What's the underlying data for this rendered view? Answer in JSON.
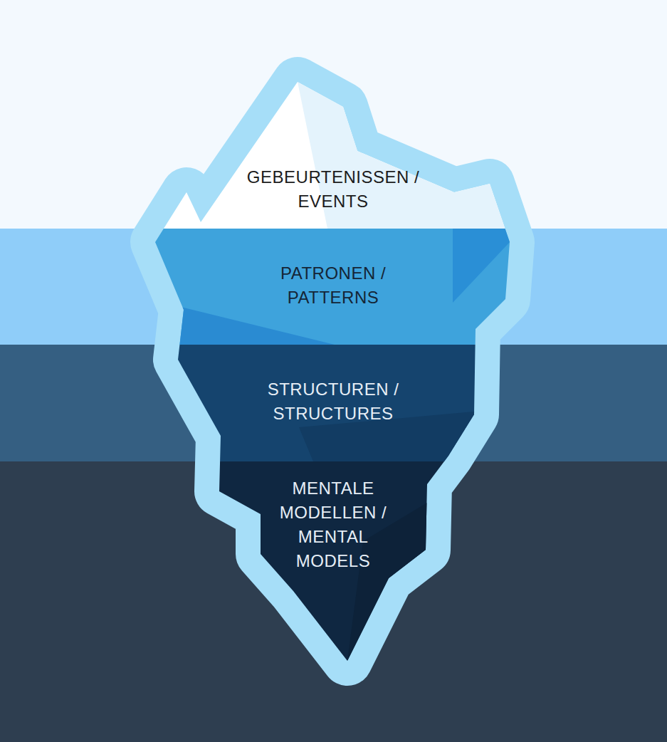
{
  "diagram": {
    "nodes": [
      {
        "text": [
          "GEBEURTENISSEN / EVENTS"
        ]
      },
      {
        "text": [
          "PATRONEN / PATTERNS"
        ]
      },
      {
        "text": [
          "STRUCTUREN / STRUCTURES"
        ]
      },
      {
        "text": [
          "MENTALE MODELLEN / MENTAL MODELS"
        ]
      }
    ]
  }
}
